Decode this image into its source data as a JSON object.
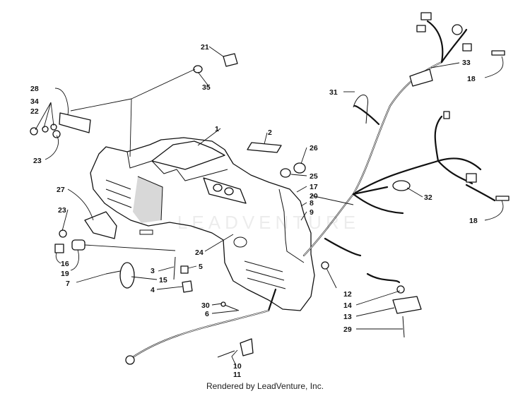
{
  "credit": "Rendered by LeadVenture, Inc.",
  "watermark": "LEADVENTURE",
  "callouts": [
    {
      "id": "c1",
      "text": "1"
    },
    {
      "id": "c2",
      "text": "2"
    },
    {
      "id": "c3",
      "text": "3"
    },
    {
      "id": "c4",
      "text": "4"
    },
    {
      "id": "c5",
      "text": "5"
    },
    {
      "id": "c6",
      "text": "6"
    },
    {
      "id": "c7",
      "text": "7"
    },
    {
      "id": "c8",
      "text": "8"
    },
    {
      "id": "c9",
      "text": "9"
    },
    {
      "id": "c10",
      "text": "10"
    },
    {
      "id": "c11",
      "text": "11"
    },
    {
      "id": "c12",
      "text": "12"
    },
    {
      "id": "c13",
      "text": "13"
    },
    {
      "id": "c14",
      "text": "14"
    },
    {
      "id": "c15",
      "text": "15"
    },
    {
      "id": "c16",
      "text": "16"
    },
    {
      "id": "c17",
      "text": "17"
    },
    {
      "id": "c18a",
      "text": "18"
    },
    {
      "id": "c18b",
      "text": "18"
    },
    {
      "id": "c19",
      "text": "19"
    },
    {
      "id": "c20",
      "text": "20"
    },
    {
      "id": "c21",
      "text": "21"
    },
    {
      "id": "c22",
      "text": "22"
    },
    {
      "id": "c23a",
      "text": "23"
    },
    {
      "id": "c23b",
      "text": "23"
    },
    {
      "id": "c24",
      "text": "24"
    },
    {
      "id": "c25",
      "text": "25"
    },
    {
      "id": "c26",
      "text": "26"
    },
    {
      "id": "c27",
      "text": "27"
    },
    {
      "id": "c28",
      "text": "28"
    },
    {
      "id": "c29",
      "text": "29"
    },
    {
      "id": "c30",
      "text": "30"
    },
    {
      "id": "c31",
      "text": "31"
    },
    {
      "id": "c32",
      "text": "32"
    },
    {
      "id": "c33",
      "text": "33"
    },
    {
      "id": "c34",
      "text": "34"
    },
    {
      "id": "c35",
      "text": "35"
    }
  ]
}
